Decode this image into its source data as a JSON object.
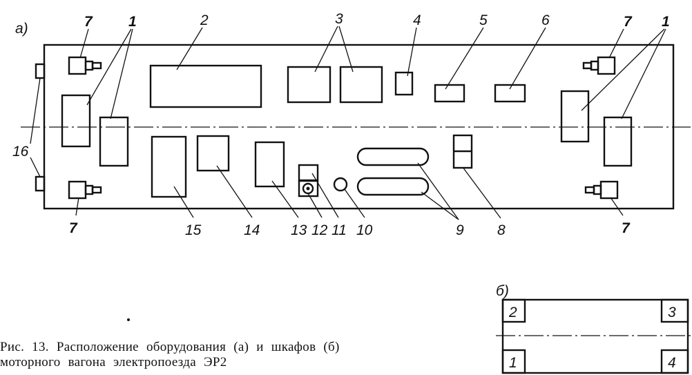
{
  "part_a": {
    "label": "а)",
    "callouts": {
      "n1": "1",
      "n2": "2",
      "n3": "3",
      "n4": "4",
      "n5": "5",
      "n6": "6",
      "n7": "7",
      "n8": "8",
      "n9": "9",
      "n10": "10",
      "n11": "11",
      "n12": "12",
      "n13": "13",
      "n14": "14",
      "n15": "15",
      "n16": "16"
    }
  },
  "part_b": {
    "label": "б)",
    "cabinets": [
      "1",
      "2",
      "3",
      "4"
    ]
  },
  "caption": {
    "line1": "Рис. 13. Расположение  оборудования  (а)  и шкафов  (б)",
    "line2": "моторного вагона электропоезда ЭР2"
  }
}
